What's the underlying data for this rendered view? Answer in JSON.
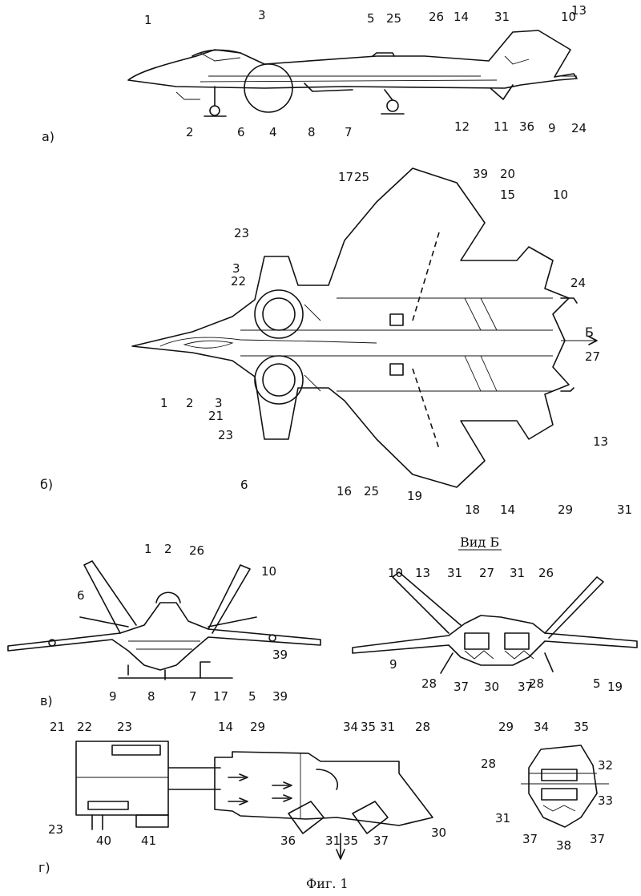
{
  "figure": {
    "caption": "Фиг. 1",
    "view_title": "Вид Б",
    "arrow_label": "Б",
    "sections": [
      "а)",
      "б)",
      "в)",
      "г)"
    ]
  },
  "labels": {
    "a": [
      "1",
      "3",
      "5",
      "25",
      "26",
      "14",
      "31",
      "10",
      "13",
      "2",
      "6",
      "4",
      "8",
      "7",
      "12",
      "11",
      "36",
      "9",
      "24"
    ],
    "b": [
      "17",
      "25",
      "39",
      "20",
      "15",
      "10",
      "23",
      "3",
      "22",
      "24",
      "1",
      "2",
      "3",
      "21",
      "23",
      "6",
      "16",
      "25",
      "19",
      "18",
      "14",
      "29",
      "31",
      "27",
      "13"
    ],
    "v": [
      "1",
      "2",
      "26",
      "10",
      "6",
      "39",
      "9",
      "8",
      "7",
      "17",
      "5",
      "39"
    ],
    "vidb": [
      "10",
      "13",
      "31",
      "27",
      "31",
      "26",
      "9",
      "28",
      "37",
      "30",
      "37",
      "28",
      "5",
      "19"
    ],
    "g1": [
      "21",
      "22",
      "23",
      "23",
      "40",
      "41"
    ],
    "g2": [
      "14",
      "29",
      "34",
      "35",
      "31",
      "28",
      "36",
      "31",
      "35",
      "37",
      "30"
    ],
    "g3": [
      "29",
      "34",
      "35",
      "28",
      "32",
      "33",
      "31",
      "37",
      "38",
      "37"
    ]
  }
}
